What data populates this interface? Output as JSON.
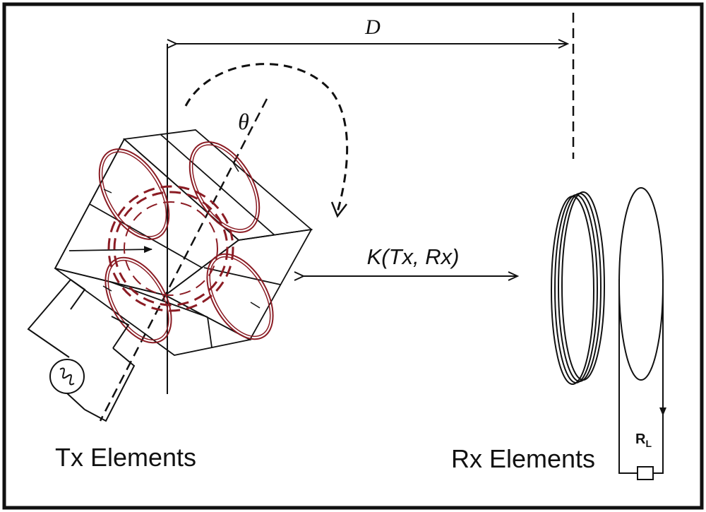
{
  "labels": {
    "distance": "D",
    "angle": "θ",
    "coupling": "K(Tx, Rx)",
    "tx": "Tx Elements",
    "rx": "Rx Elements",
    "load_letter": "R",
    "load_subscript": "L"
  },
  "colors": {
    "line": "#111111",
    "coil": "#8b1c24",
    "border": "#111111",
    "background": "#ffffff"
  }
}
